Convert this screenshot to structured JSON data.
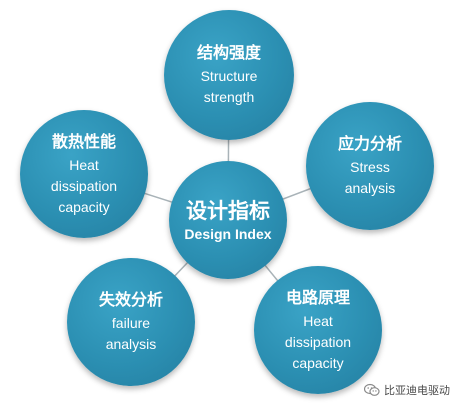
{
  "diagram": {
    "center": {
      "title_cn": "设计指标",
      "title_en": "Design Index"
    },
    "nodes": [
      {
        "id": "top",
        "title_cn": "结构强度",
        "title_en": "Structure strength"
      },
      {
        "id": "right",
        "title_cn": "应力分析",
        "title_en": "Stress analysis"
      },
      {
        "id": "left",
        "title_cn": "散热性能",
        "title_en": "Heat dissipation capacity"
      },
      {
        "id": "bleft",
        "title_cn": "失效分析",
        "title_en": "failure analysis"
      },
      {
        "id": "bright",
        "title_cn": "电路原理",
        "title_en": "Heat dissipation capacity"
      }
    ]
  },
  "watermark": {
    "text": "比亚迪电驱动",
    "icon": "wechat-icon"
  },
  "colors": {
    "node": "#2b8fb2",
    "line": "#a9b3b8",
    "text": "#ffffff"
  }
}
